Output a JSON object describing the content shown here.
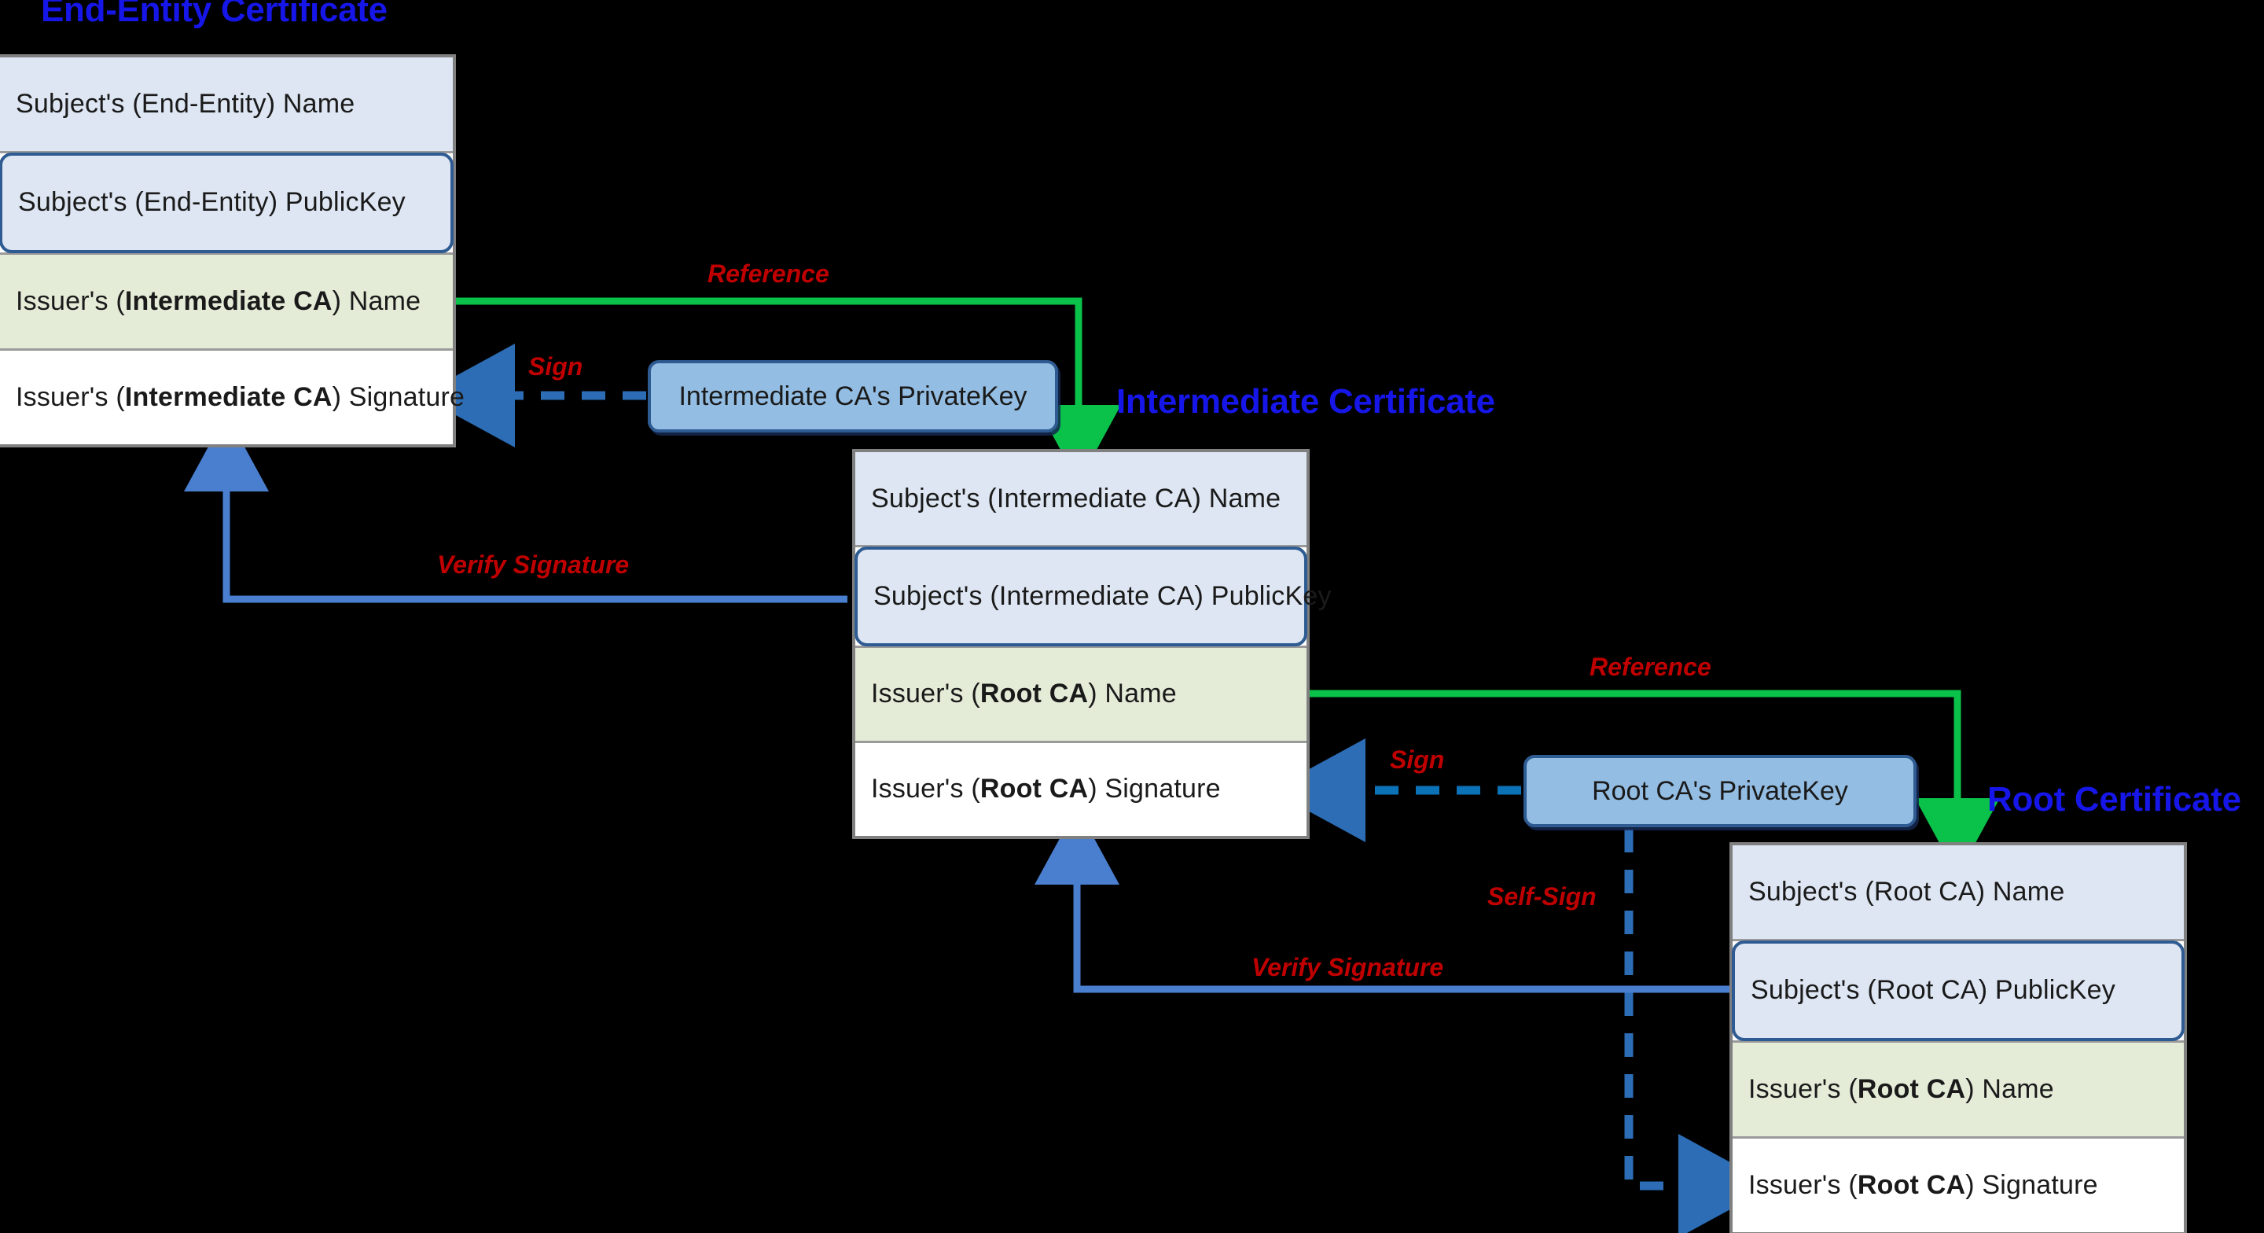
{
  "diagram": {
    "title_end_entity": "End-Entity Certificate",
    "title_intermediate": "Intermediate Certificate",
    "title_root": "Root Certificate",
    "background": "#000000",
    "title_color": "#1616e8",
    "label_color": "#c00000",
    "reference_arrow_color": "#0ac24a",
    "sign_arrow_color": "#2c6db5",
    "verify_arrow_color": "#4a7fd0",
    "name_row_color": "#dde6f2",
    "issuer_row_color": "#e4ecd8",
    "signature_row_color": "#ffffff",
    "privatekey_fill": "#93bde2",
    "privatekey_border": "#2e5b92"
  },
  "certificates": {
    "end_entity": {
      "title": "End-Entity Certificate",
      "rows": [
        {
          "label": "Subject's (End-Entity) Name",
          "kind": "subject-name"
        },
        {
          "label": "Subject's (End-Entity) PublicKey",
          "kind": "subject-publickey"
        },
        {
          "label_prefix": "Issuer's (",
          "label_bold": "Intermediate CA",
          "label_suffix": ") Name",
          "kind": "issuer-name"
        },
        {
          "label_prefix": "Issuer's (",
          "label_bold": "Intermediate CA",
          "label_suffix": ") Signature",
          "kind": "issuer-signature"
        }
      ]
    },
    "intermediate": {
      "title": "Intermediate Certificate",
      "rows": [
        {
          "label": "Subject's (Intermediate CA) Name",
          "kind": "subject-name"
        },
        {
          "label": "Subject's (Intermediate CA) PublicKey",
          "kind": "subject-publickey"
        },
        {
          "label_prefix": "Issuer's (",
          "label_bold": "Root CA",
          "label_suffix": ") Name",
          "kind": "issuer-name"
        },
        {
          "label_prefix": "Issuer's (",
          "label_bold": "Root CA",
          "label_suffix": ") Signature",
          "kind": "issuer-signature"
        }
      ]
    },
    "root": {
      "title": "Root Certificate",
      "rows": [
        {
          "label": "Subject's (Root CA) Name",
          "kind": "subject-name"
        },
        {
          "label": "Subject's (Root CA) PublicKey",
          "kind": "subject-publickey"
        },
        {
          "label_prefix": "Issuer's (",
          "label_bold": "Root CA",
          "label_suffix": ") Name",
          "kind": "issuer-name"
        },
        {
          "label_prefix": "Issuer's (",
          "label_bold": "Root CA",
          "label_suffix": ") Signature",
          "kind": "issuer-signature"
        }
      ]
    }
  },
  "private_keys": {
    "intermediate": "Intermediate CA's PrivateKey",
    "root": "Root CA's PrivateKey"
  },
  "edges": {
    "reference_top": "Reference",
    "sign_top": "Sign",
    "verify_top": "Verify Signature",
    "reference_bottom": "Reference",
    "sign_bottom": "Sign",
    "self_sign": "Self-Sign",
    "verify_bottom": "Verify Signature"
  }
}
